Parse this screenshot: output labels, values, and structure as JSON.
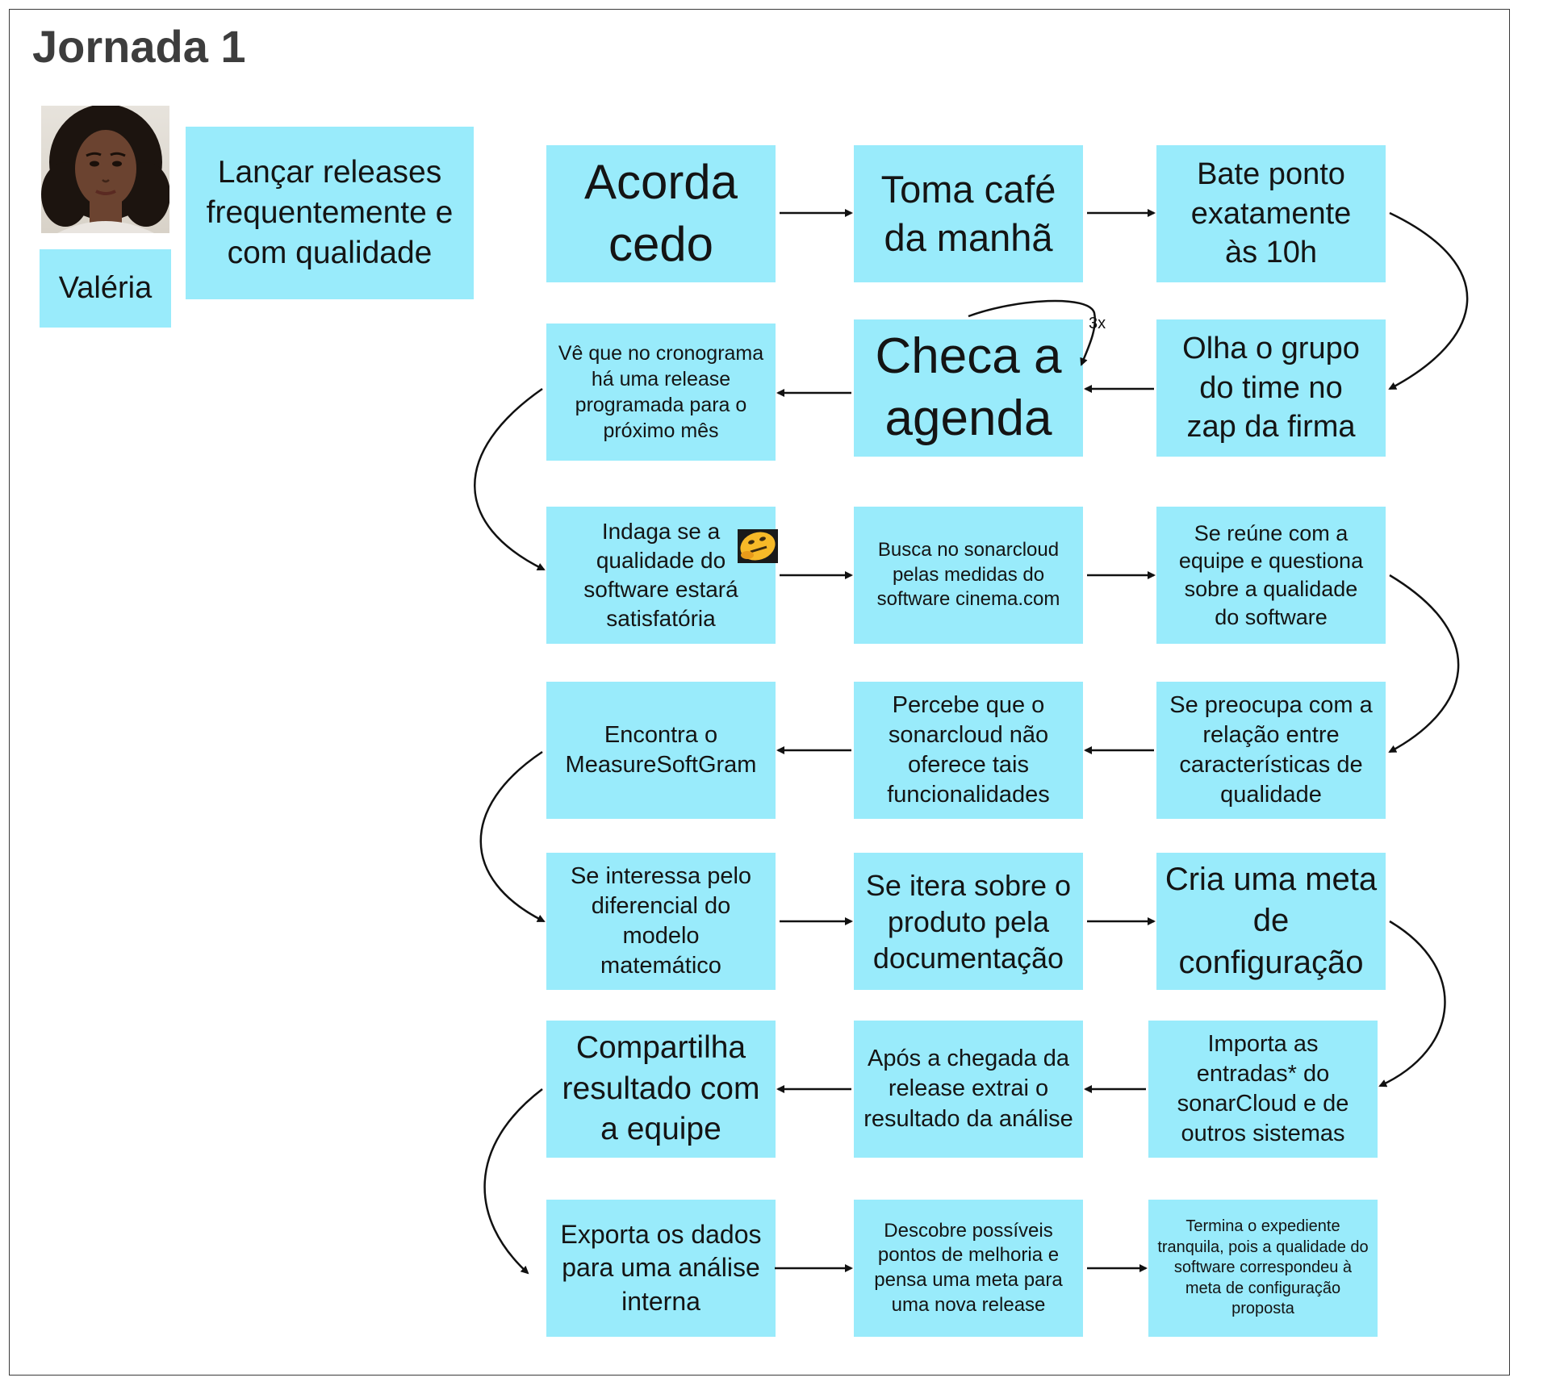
{
  "title": "Jornada 1",
  "persona": {
    "name": "Valéria",
    "goal": "Lançar releases frequentemente e com qualidade",
    "photo_icon": "persona-photo"
  },
  "colors": {
    "sticky": "#99ebfb",
    "frame": "#3a3a3a",
    "title": "#3d3d3d"
  },
  "steps": [
    {
      "id": "s1",
      "text": "Acorda cedo"
    },
    {
      "id": "s2",
      "text": "Toma café da manhã"
    },
    {
      "id": "s3",
      "text": "Bate ponto exatamente às 10h"
    },
    {
      "id": "s4",
      "text": "Olha o grupo do time no zap da firma"
    },
    {
      "id": "s5",
      "text": "Checa a agenda"
    },
    {
      "id": "s6",
      "text": "Vê que no cronograma há uma release programada para o próximo mês"
    },
    {
      "id": "s7",
      "text": "Indaga se a qualidade do software estará satisfatória"
    },
    {
      "id": "s8",
      "text": "Busca no sonarcloud pelas medidas do software cinema.com"
    },
    {
      "id": "s9",
      "text": "Se reúne com a equipe e questiona sobre a qualidade do software"
    },
    {
      "id": "s10",
      "text": "Se preocupa com a relação entre características de qualidade"
    },
    {
      "id": "s11",
      "text": "Percebe que o sonarcloud não oferece tais funcionalidades"
    },
    {
      "id": "s12",
      "text": "Encontra o MeasureSoftGram"
    },
    {
      "id": "s13",
      "text": "Se interessa pelo diferencial do modelo matemático"
    },
    {
      "id": "s14",
      "text": "Se itera sobre o produto pela documentação"
    },
    {
      "id": "s15",
      "text": "Cria uma meta de configuração"
    },
    {
      "id": "s16",
      "text": "Importa as entradas* do sonarCloud e de outros sistemas"
    },
    {
      "id": "s17",
      "text": "Após a chegada da release extrai o resultado da análise"
    },
    {
      "id": "s18",
      "text": "Compartilha resultado com a equipe"
    },
    {
      "id": "s19",
      "text": "Exporta os dados para uma análise interna"
    },
    {
      "id": "s20",
      "text": "Descobre possíveis pontos de melhoria e pensa uma meta para uma nova release"
    },
    {
      "id": "s21",
      "text": "Termina o expediente tranquila, pois a qualidade do software correspondeu à meta de configuração proposta"
    }
  ],
  "loop_label": "3x",
  "emoji_icon": "thinking-face-icon"
}
